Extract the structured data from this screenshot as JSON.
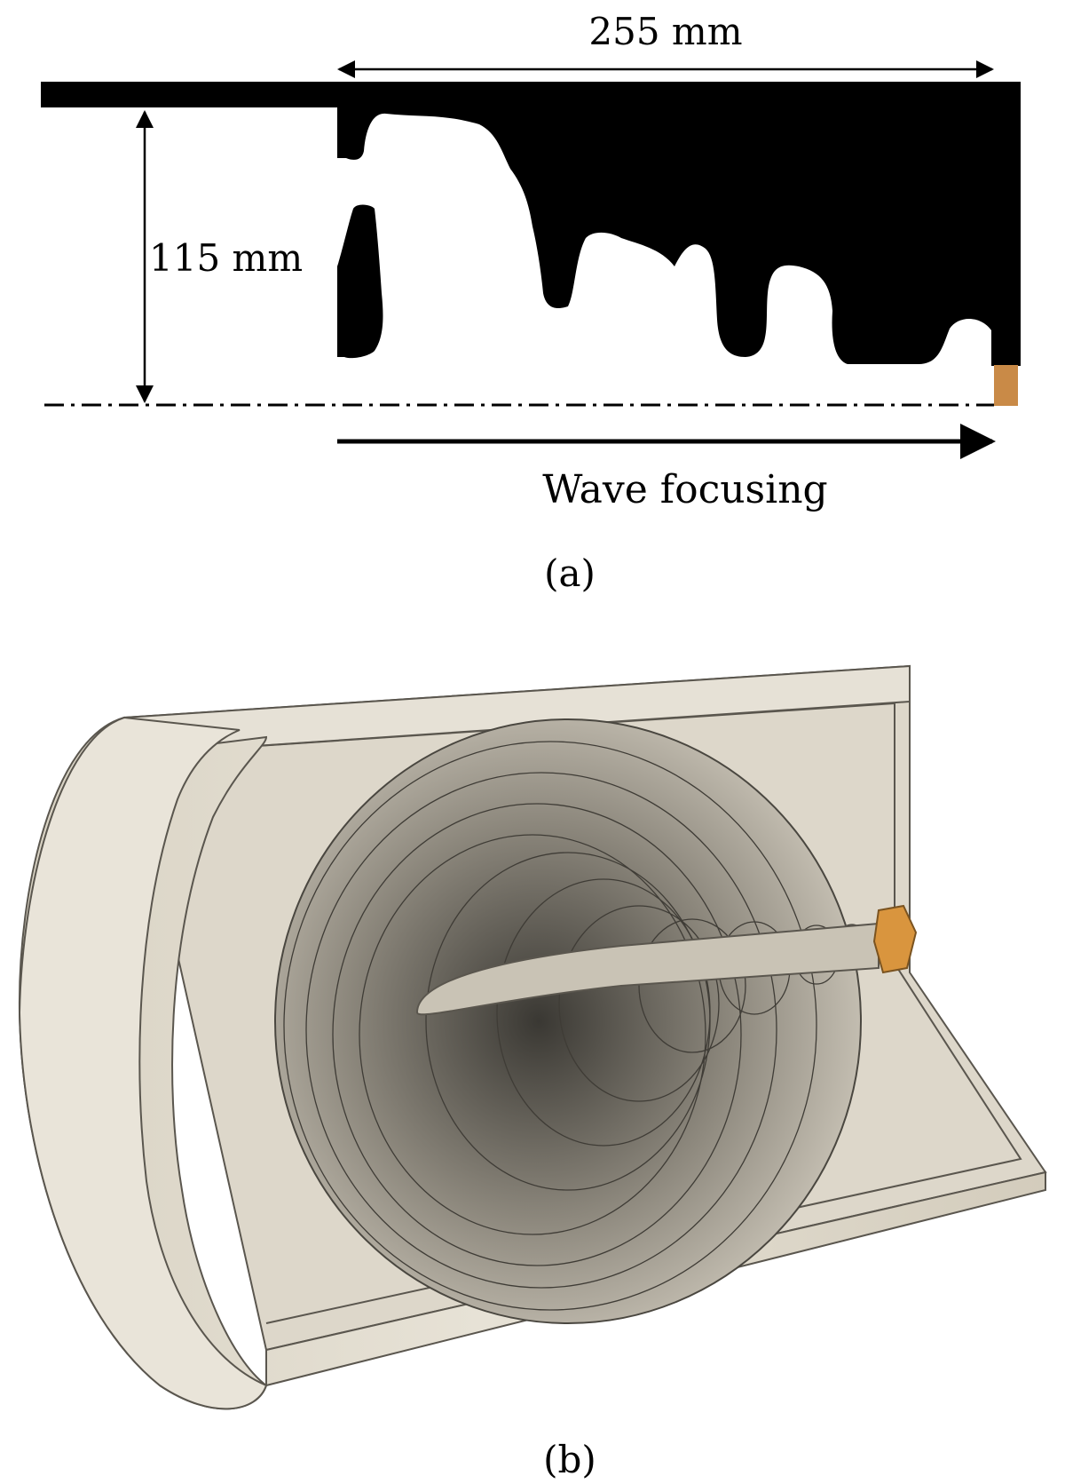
{
  "panel_a": {
    "width_label": "255 mm",
    "height_label": "115 mm",
    "arrow_label": "Wave focusing",
    "caption": "(a)"
  },
  "panel_b": {
    "caption": "(b)"
  },
  "colors": {
    "solid": "#000000",
    "transducer": "#c98a47",
    "housing": "#e0dbd0",
    "housing_edge": "#5a564e"
  }
}
